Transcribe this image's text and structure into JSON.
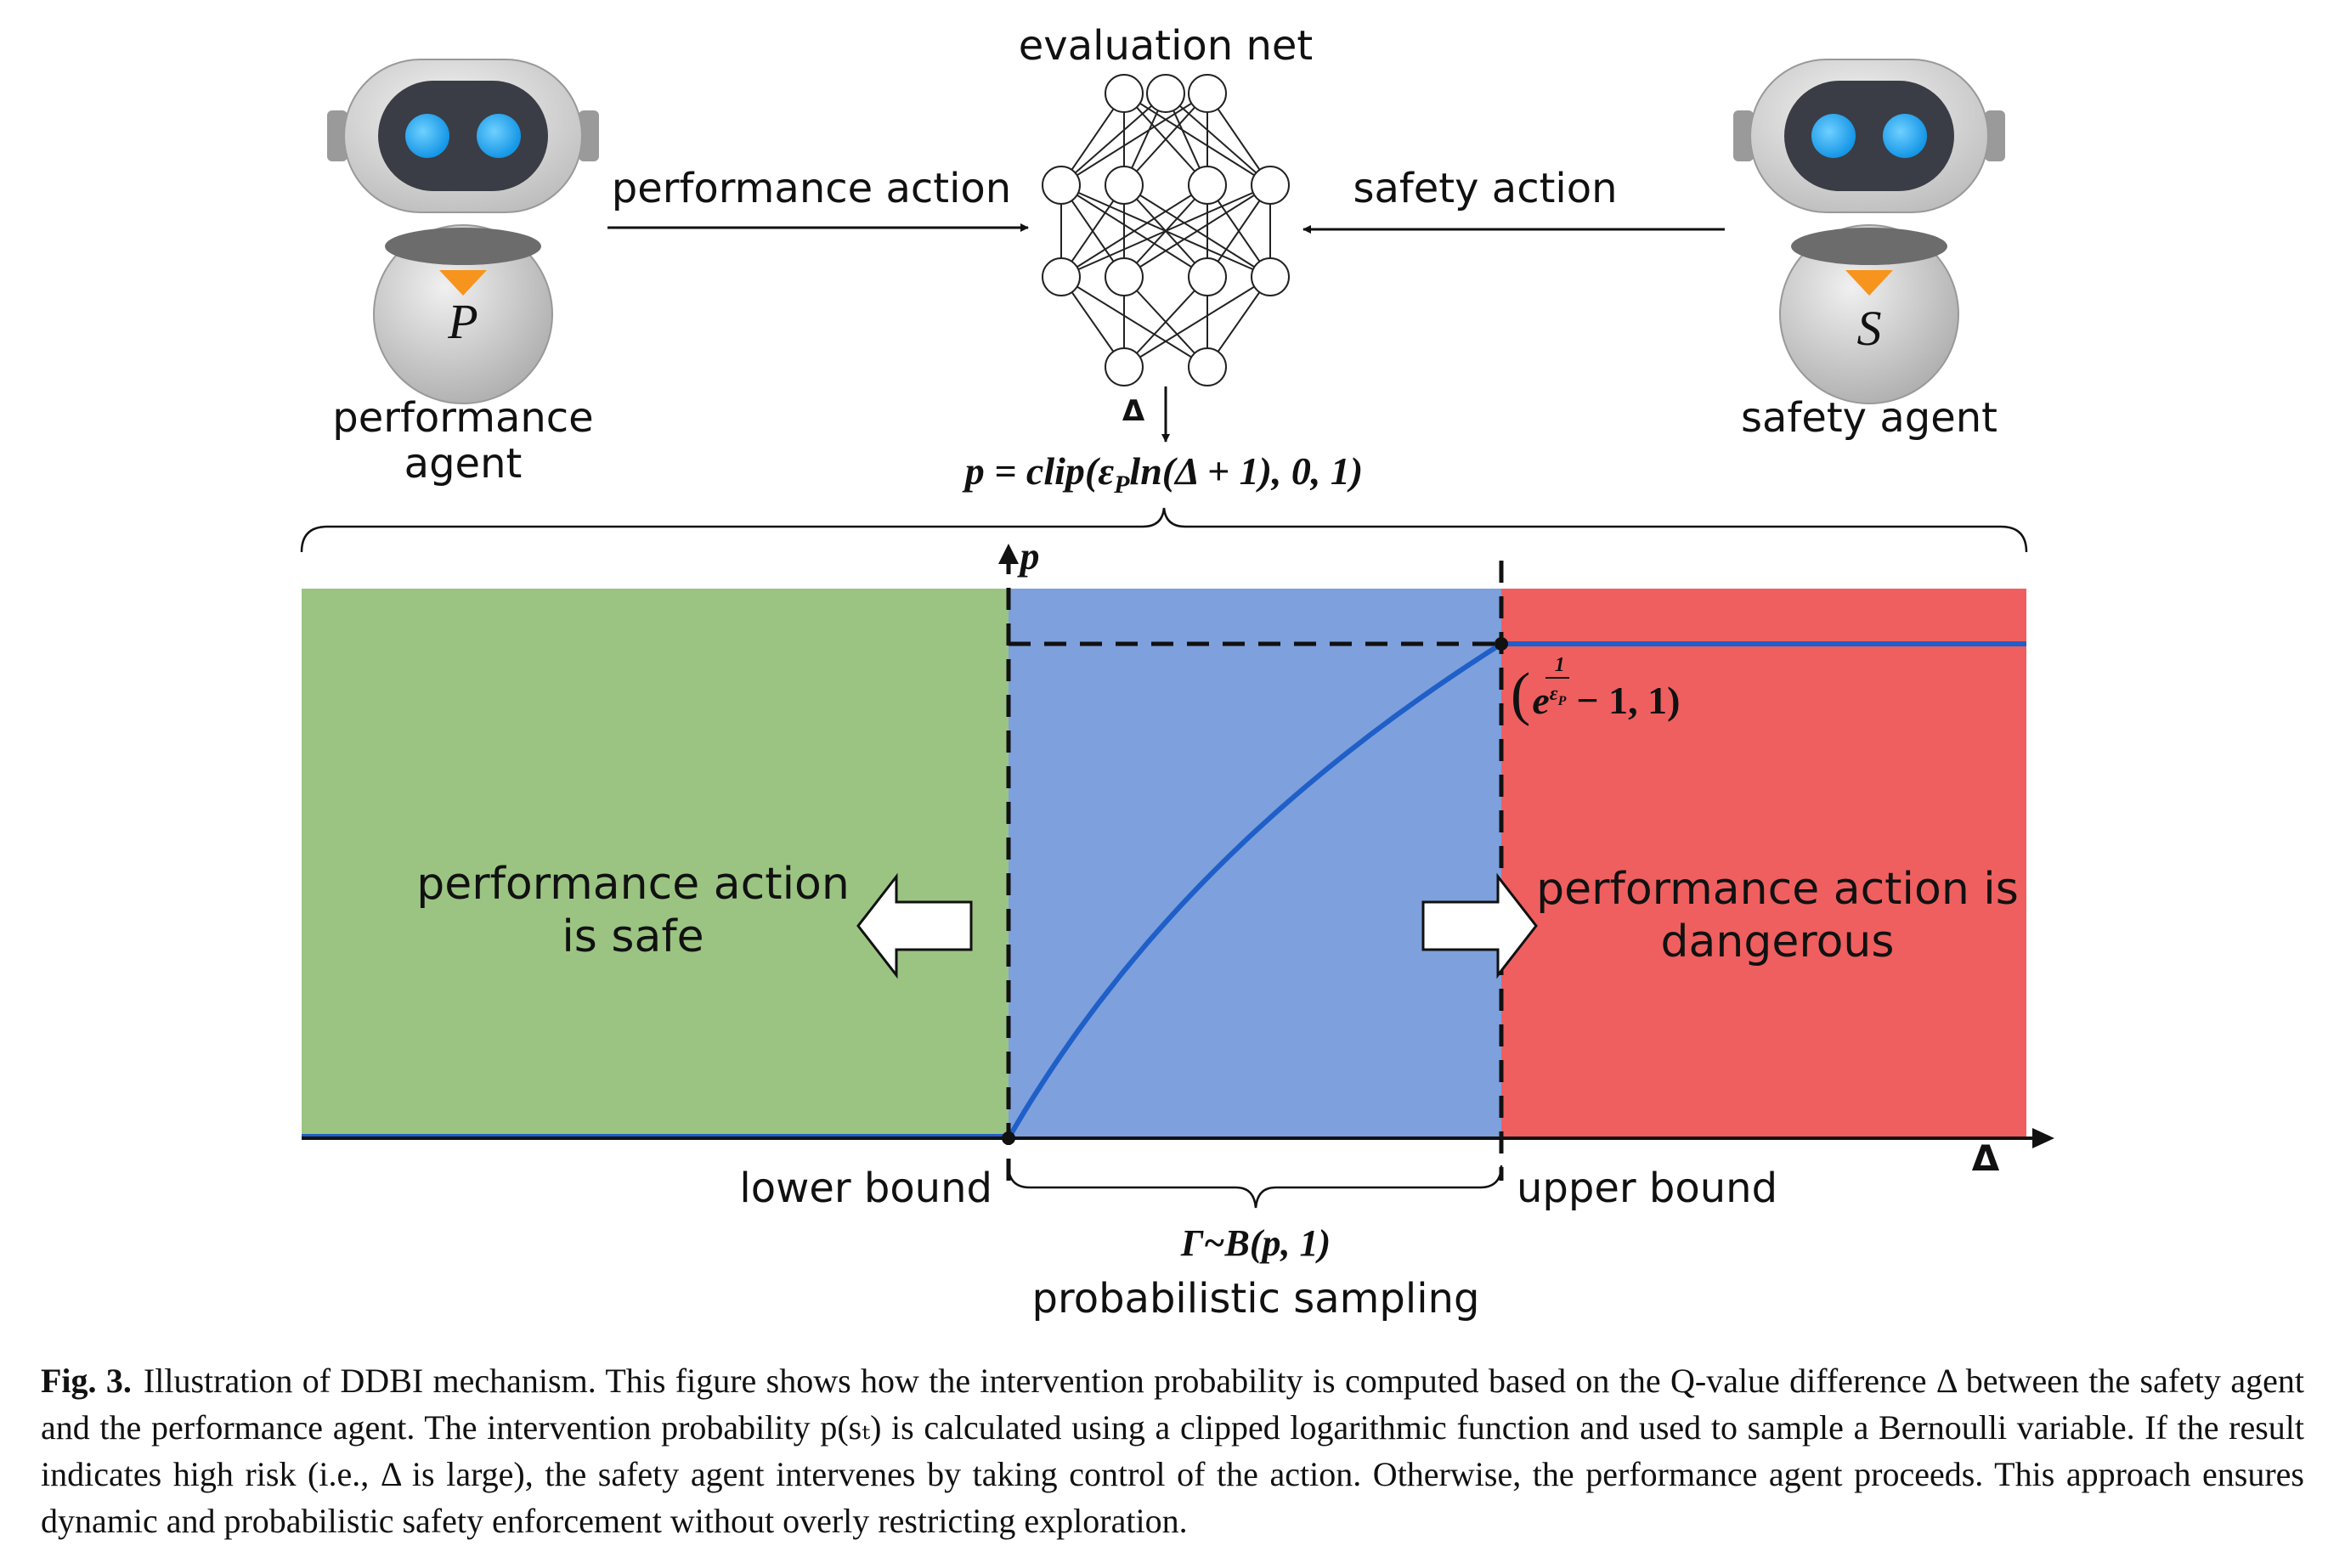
{
  "top": {
    "evaluation_net_label": "evaluation net",
    "performance_action_label": "performance action",
    "safety_action_label": "safety action",
    "performance_agent_label_line1": "performance",
    "performance_agent_label_line2": "agent",
    "safety_agent_label": "safety agent",
    "performance_agent_letter": "P",
    "safety_agent_letter": "S",
    "delta_symbol": "Δ",
    "formula": "p = clip(ε",
    "formula_sub": "P",
    "formula_rest": "ln(Δ + 1), 0, 1)"
  },
  "regions": {
    "safe_text_line1": "performance action",
    "safe_text_line2": "is safe",
    "danger_text_line1": "performance action is",
    "danger_text_line2": "dangerous",
    "safe_color": "#9bc482",
    "sampling_color": "#7ea0dc",
    "danger_color": "#ef5f5f"
  },
  "axes": {
    "y_label": "p",
    "x_label": "Δ",
    "lower_bound_label": "lower bound",
    "upper_bound_label": "upper bound",
    "point_label_open": "(",
    "point_label_e": "e",
    "point_label_num": "1",
    "point_label_den": "ε",
    "point_label_den_sub": "P",
    "point_label_rest": "− 1, 1)"
  },
  "sampling": {
    "formula": "Γ~B(p, 1)",
    "label": "probabilistic sampling"
  },
  "caption": {
    "fig_label": "Fig. 3.",
    "text": "Illustration of DDBI mechanism. This figure shows how the intervention probability is computed based on the Q-value difference Δ between the safety agent and the performance agent. The intervention probability p(sₜ) is calculated using a clipped logarithmic function and used to sample a Bernoulli variable. If the result indicates high risk (i.e., Δ is large), the safety agent intervenes by taking control of the action. Otherwise, the performance agent proceeds. This approach ensures dynamic and probabilistic safety enforcement without overly restricting exploration."
  },
  "icons": {
    "performance_robot": "robot-icon",
    "safety_robot": "robot-icon",
    "network": "neural-network-icon"
  }
}
